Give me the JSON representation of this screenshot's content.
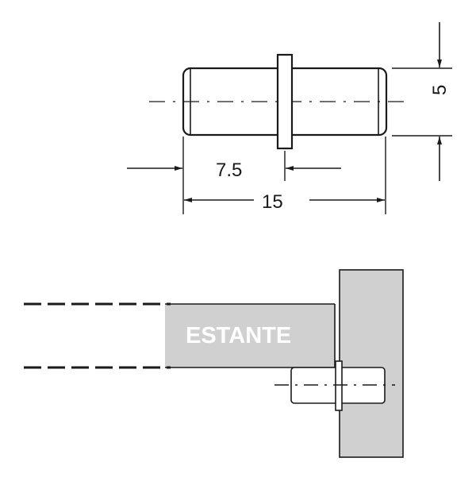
{
  "diagram": {
    "type": "technical-drawing",
    "subject": "shelf support pin",
    "top_view": {
      "dimensions": {
        "diameter": "5",
        "half_length": "7.5",
        "total_length": "15"
      }
    },
    "bottom_view": {
      "shelf_label": "ESTANTE"
    },
    "colors": {
      "line": "#1a1a1a",
      "fill_gray": "#d0d0d0",
      "label_text": "#ffffff",
      "background": "#ffffff"
    }
  }
}
